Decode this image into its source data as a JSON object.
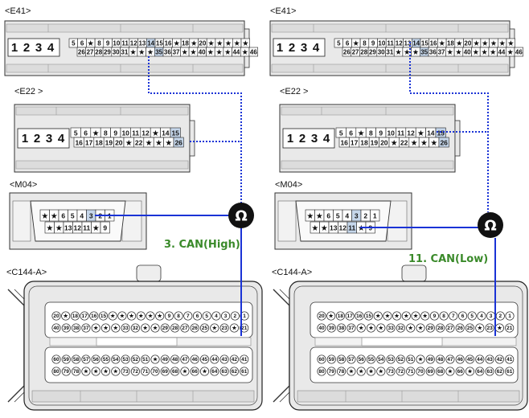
{
  "panels": [
    {
      "connectors": {
        "e41": {
          "label": "<E41>",
          "row1": [
            "5",
            "6",
            "★",
            "8",
            "9",
            "10",
            "11",
            "12",
            "13",
            "14",
            "15",
            "16",
            "★",
            "18",
            "★",
            "20",
            "★",
            "★",
            "★",
            "★",
            "★"
          ],
          "row2": [
            "26",
            "27",
            "28",
            "29",
            "30",
            "31",
            "★",
            "★",
            "★",
            "35",
            "36",
            "37",
            "★",
            "★",
            "40",
            "★",
            "★",
            "★",
            "44",
            "★",
            "46"
          ]
        },
        "e22": {
          "label": "<E22 >",
          "row1": [
            "5",
            "6",
            "★",
            "8",
            "9",
            "10",
            "11",
            "12",
            "★",
            "14",
            "15"
          ],
          "row2": [
            "16",
            "17",
            "18",
            "19",
            "20",
            "★",
            "22",
            "★",
            "★",
            "★",
            "26"
          ]
        },
        "m04": {
          "label": "<M04>",
          "row1": [
            "★",
            "★",
            "6",
            "5",
            "4",
            "3",
            "2",
            "1"
          ],
          "row2": [
            "★",
            "★",
            "13",
            "12",
            "11",
            "★",
            "9"
          ]
        },
        "c144": {
          "label": "<C144-A>",
          "row1": [
            "20",
            "★",
            "18",
            "17",
            "16",
            "15",
            "★",
            "★",
            "★",
            "★",
            "★",
            "★",
            "9",
            "8",
            "7",
            "6",
            "5",
            "4",
            "3",
            "2",
            "1"
          ],
          "row2": [
            "40",
            "39",
            "38",
            "37",
            "★",
            "★",
            "★",
            "33",
            "32",
            "★",
            "★",
            "29",
            "28",
            "27",
            "26",
            "25",
            "★",
            "23",
            "★",
            "21"
          ],
          "row3": [
            "60",
            "59",
            "58",
            "57",
            "56",
            "55",
            "54",
            "53",
            "52",
            "51",
            "★",
            "49",
            "48",
            "47",
            "46",
            "45",
            "44",
            "43",
            "42",
            "41"
          ],
          "row4": [
            "80",
            "79",
            "78",
            "★",
            "★",
            "★",
            "★",
            "73",
            "72",
            "71",
            "70",
            "69",
            "68",
            "★",
            "66",
            "★",
            "64",
            "63",
            "62",
            "61"
          ]
        }
      },
      "header_digits": [
        "1",
        "2",
        "3",
        "4"
      ],
      "meter_symbol": "Ω",
      "can_label": "3. CAN(High)"
    },
    {
      "connectors": {
        "e41": {
          "label": "<E41>",
          "row1": [
            "5",
            "6",
            "★",
            "8",
            "9",
            "10",
            "11",
            "12",
            "13",
            "14",
            "15",
            "16",
            "★",
            "18",
            "★",
            "20",
            "★",
            "★",
            "★",
            "★",
            "★"
          ],
          "row2": [
            "26",
            "27",
            "28",
            "29",
            "30",
            "31",
            "★",
            "★",
            "★",
            "35",
            "36",
            "37",
            "★",
            "★",
            "40",
            "★",
            "★",
            "★",
            "44",
            "★",
            "46"
          ]
        },
        "e22": {
          "label": "<E22 >",
          "row1": [
            "5",
            "6",
            "★",
            "8",
            "9",
            "10",
            "11",
            "12",
            "★",
            "14",
            "15"
          ],
          "row2": [
            "16",
            "17",
            "18",
            "19",
            "20",
            "★",
            "22",
            "★",
            "★",
            "★",
            "26"
          ]
        },
        "m04": {
          "label": "<M04>",
          "row1": [
            "★",
            "★",
            "6",
            "5",
            "4",
            "3",
            "2",
            "1"
          ],
          "row2": [
            "★",
            "★",
            "13",
            "12",
            "11",
            "★",
            "9"
          ]
        },
        "c144": {
          "label": "<C144-A>",
          "row1": [
            "20",
            "★",
            "18",
            "17",
            "16",
            "15",
            "★",
            "★",
            "★",
            "★",
            "★",
            "★",
            "9",
            "8",
            "7",
            "6",
            "5",
            "4",
            "3",
            "2",
            "1"
          ],
          "row2": [
            "40",
            "39",
            "38",
            "37",
            "★",
            "★",
            "★",
            "33",
            "32",
            "★",
            "★",
            "29",
            "28",
            "27",
            "26",
            "25",
            "★",
            "23",
            "★",
            "21"
          ],
          "row3": [
            "60",
            "59",
            "58",
            "57",
            "56",
            "55",
            "54",
            "53",
            "52",
            "51",
            "★",
            "49",
            "48",
            "47",
            "46",
            "45",
            "44",
            "43",
            "42",
            "41"
          ],
          "row4": [
            "80",
            "79",
            "78",
            "★",
            "★",
            "★",
            "★",
            "73",
            "72",
            "71",
            "70",
            "69",
            "68",
            "★",
            "66",
            "★",
            "64",
            "63",
            "62",
            "61"
          ]
        }
      },
      "header_digits": [
        "1",
        "2",
        "3",
        "4"
      ],
      "meter_symbol": "Ω",
      "can_label": "11. CAN(Low)"
    }
  ],
  "colors": {
    "wire": "#1a33d6",
    "highlight": "#c5d6ea",
    "can_text": "#3a8a2a",
    "meter": "#111111"
  }
}
